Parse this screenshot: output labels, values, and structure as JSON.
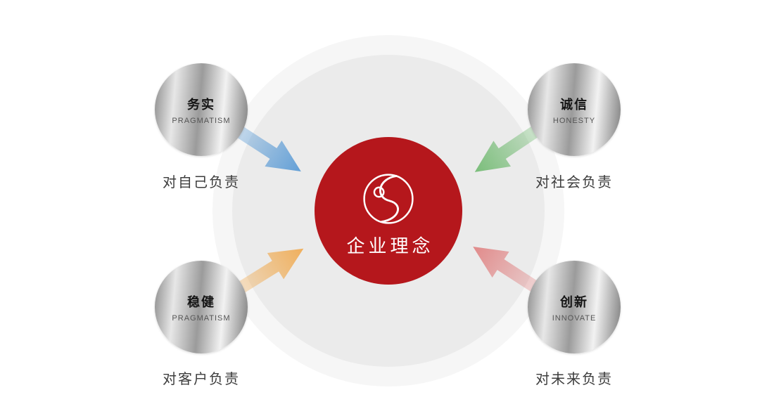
{
  "center": {
    "title": "企业理念",
    "bg_color": "#b5171c",
    "logo": "circle-s-logo"
  },
  "nodes": [
    {
      "position": "top-left",
      "cn": "务实",
      "en": "PRAGMATISM",
      "label": "对自己负责",
      "arrow_color": "#5b9bd5"
    },
    {
      "position": "top-right",
      "cn": "诚信",
      "en": "HONESTY",
      "label": "对社会负责",
      "arrow_color": "#74bb74"
    },
    {
      "position": "bottom-left",
      "cn": "稳健",
      "en": "PRAGMATISM",
      "label": "对客户负责",
      "arrow_color": "#f0ac55"
    },
    {
      "position": "bottom-right",
      "cn": "创新",
      "en": "INNOVATE",
      "label": "对未来负责",
      "arrow_color": "#e08585"
    }
  ]
}
